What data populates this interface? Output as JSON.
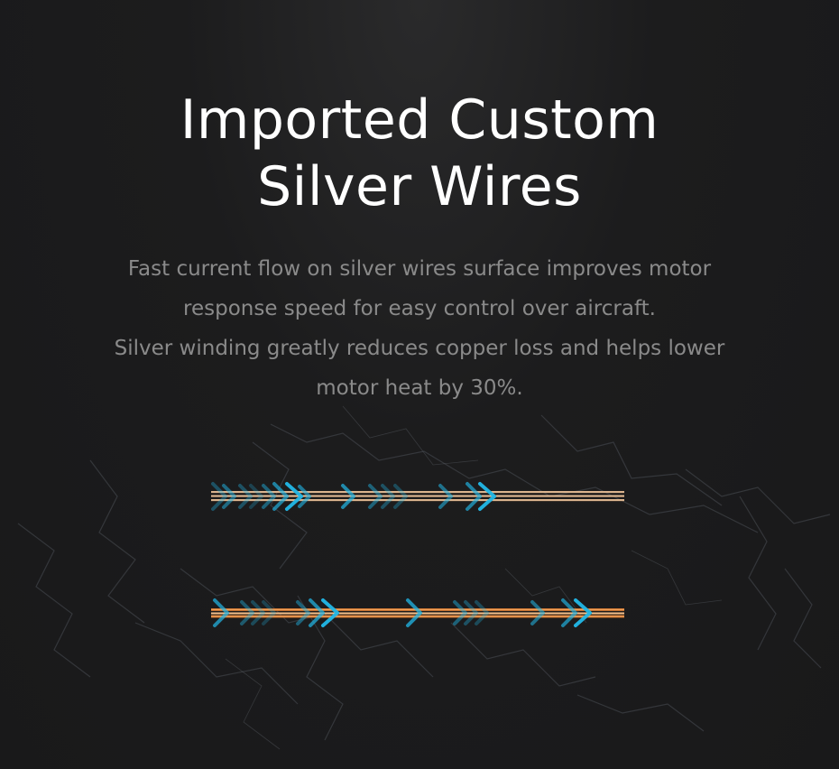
{
  "heading": {
    "line1": "Imported Custom",
    "line2": "Silver Wires"
  },
  "description": {
    "line1": "Fast current flow on silver wires surface improves motor",
    "line2": "response speed for easy control over aircraft.",
    "line3": "Silver winding greatly reduces copper loss and helps lower",
    "line4": "motor heat by 30%."
  },
  "illustration": {
    "icons": [
      "lightning-background",
      "silver-wire-icon",
      "copper-wire-icon",
      "current-arrow-icon"
    ],
    "colors": {
      "background": "#1a1a1b",
      "arrow": "#22b8e8",
      "silver_wire": "#d9b28c",
      "copper_wire": "#e8822e"
    }
  }
}
